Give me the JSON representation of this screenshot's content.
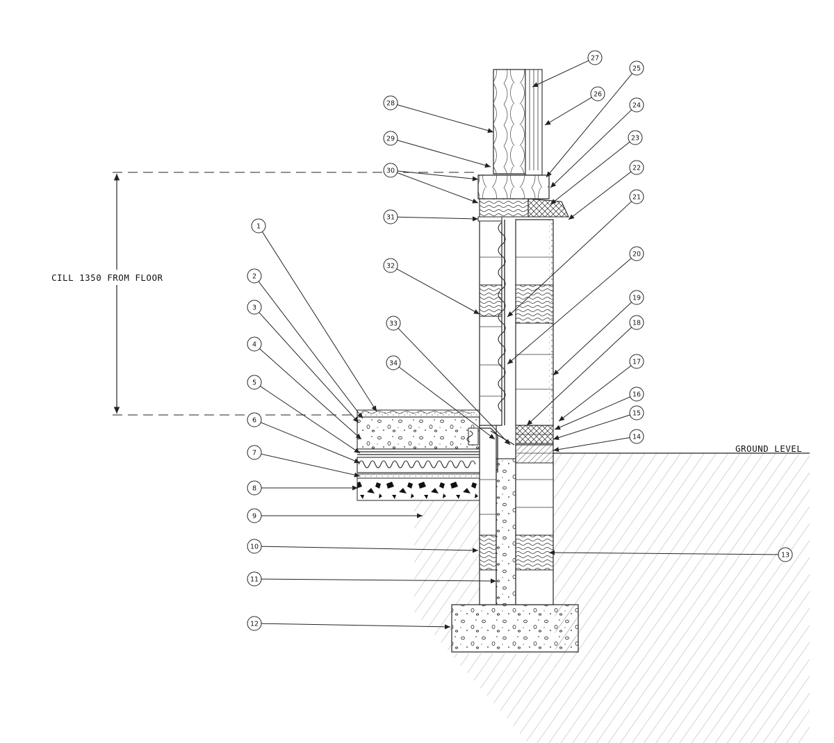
{
  "labels": {
    "cill_note": "CILL 1350 FROM FLOOR",
    "ground_level": "GROUND LEVEL"
  },
  "callouts": [
    {
      "id": "1"
    },
    {
      "id": "2"
    },
    {
      "id": "3"
    },
    {
      "id": "4"
    },
    {
      "id": "5"
    },
    {
      "id": "6"
    },
    {
      "id": "7"
    },
    {
      "id": "8"
    },
    {
      "id": "9"
    },
    {
      "id": "10"
    },
    {
      "id": "11"
    },
    {
      "id": "12"
    },
    {
      "id": "13"
    },
    {
      "id": "14"
    },
    {
      "id": "15"
    },
    {
      "id": "16"
    },
    {
      "id": "17"
    },
    {
      "id": "18"
    },
    {
      "id": "19"
    },
    {
      "id": "20"
    },
    {
      "id": "21"
    },
    {
      "id": "22"
    },
    {
      "id": "23"
    },
    {
      "id": "24"
    },
    {
      "id": "25"
    },
    {
      "id": "26"
    },
    {
      "id": "27"
    },
    {
      "id": "28"
    },
    {
      "id": "29"
    },
    {
      "id": "30"
    },
    {
      "id": "31"
    },
    {
      "id": "32"
    },
    {
      "id": "33"
    },
    {
      "id": "34"
    }
  ]
}
